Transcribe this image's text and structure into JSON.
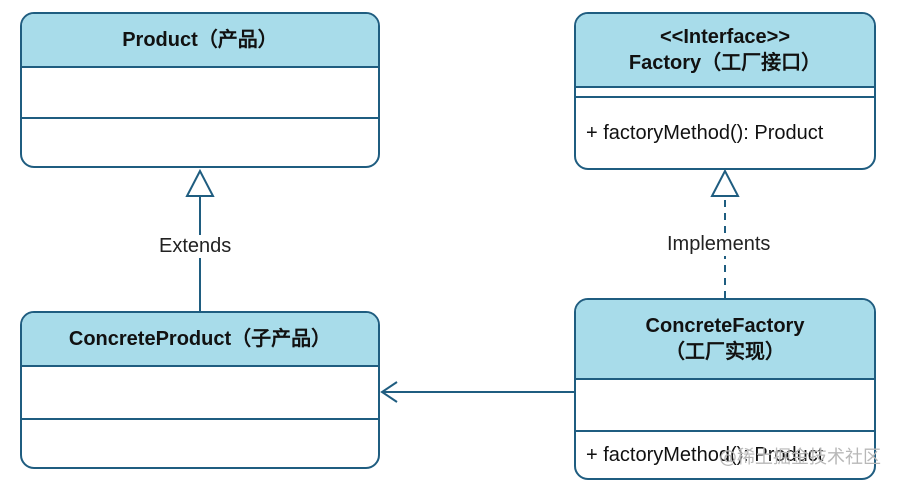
{
  "classes": {
    "product": {
      "name": "Product（产品）",
      "attributes": "",
      "methods": ""
    },
    "factory": {
      "stereotype": "<<Interface>>",
      "name": "Factory（工厂接口）",
      "attributes": "",
      "methods": "+ factoryMethod(): Product"
    },
    "concrete_product": {
      "name": "ConcreteProduct（子产品）",
      "attributes": "",
      "methods": ""
    },
    "concrete_factory": {
      "name": "ConcreteFactory",
      "subtitle": "（工厂实现）",
      "attributes": "",
      "methods": "+ factoryMethod(): Product"
    }
  },
  "relations": {
    "extends_label": "Extends",
    "implements_label": "Implements"
  },
  "watermark": "@稀土掘金技术社区",
  "colors": {
    "border": "#1f5d80",
    "header_fill": "#a8dcea",
    "line": "#1f5d80"
  }
}
